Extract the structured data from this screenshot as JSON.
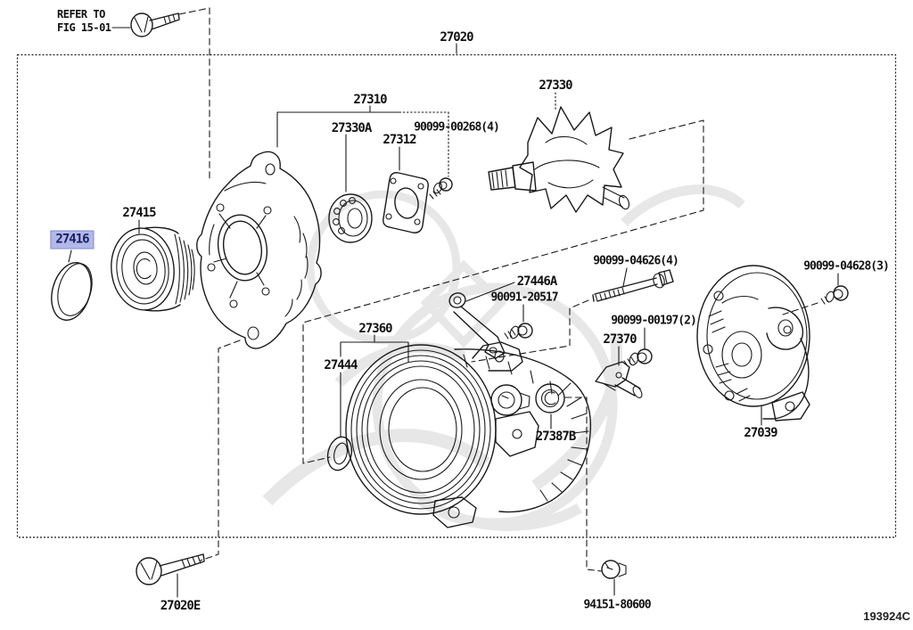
{
  "figure": {
    "assembly_number": "27020",
    "refer_note_line1": "REFER TO",
    "refer_note_line2": "FIG 15-01",
    "figure_code": "193924C"
  },
  "labels": {
    "assembly": "27020",
    "p27310": "27310",
    "p27330a": "27330A",
    "b00268": "90099-00268(4)",
    "p27312": "27312",
    "p27330": "27330",
    "p27415": "27415",
    "p27416": "27416",
    "b04626": "90099-04626(4)",
    "p27446a": "27446A",
    "b20517": "90091-20517",
    "b00197": "90099-00197(2)",
    "p27370": "27370",
    "b04628": "90099-04628(3)",
    "p27360": "27360",
    "p27444": "27444",
    "p27387b": "27387B",
    "p27039": "27039",
    "p27020e": "27020E",
    "n80600": "94151-80600"
  },
  "selection": {
    "selected_part": "27416",
    "highlight_background": "#b2b9e9",
    "highlight_border": "#8089cf",
    "highlight_text_color": "#1a1e63"
  },
  "colors": {
    "line": "#1a1a1a",
    "background": "#ffffff",
    "watermark": "#e7e7e7"
  }
}
